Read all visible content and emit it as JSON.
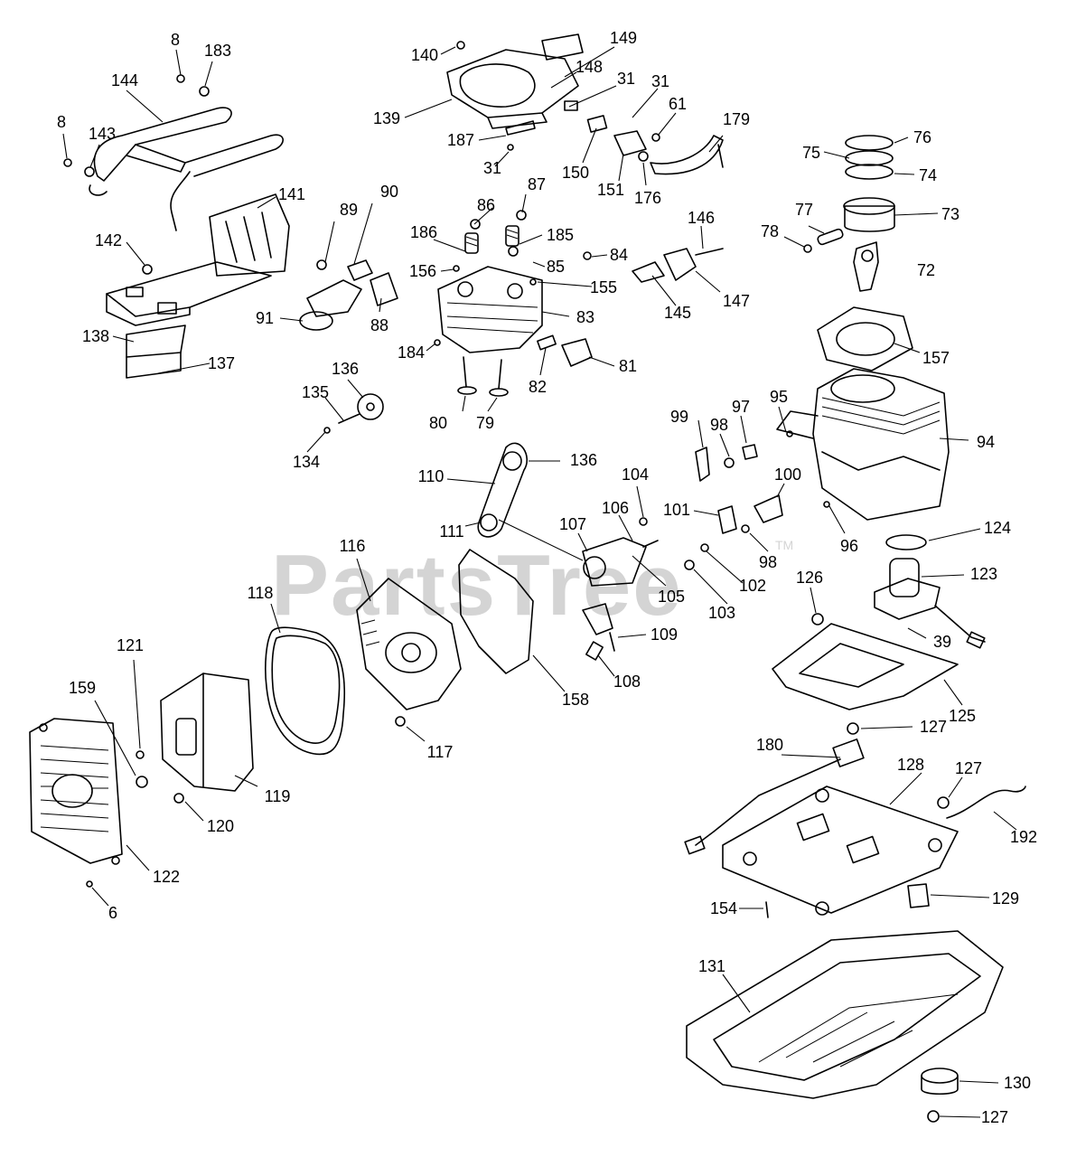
{
  "watermark": {
    "text": "PartsTree",
    "trademark": "TM"
  },
  "callouts": [
    "8",
    "183",
    "144",
    "143",
    "8",
    "141",
    "142",
    "138",
    "137",
    "140",
    "149",
    "148",
    "31",
    "139",
    "31",
    "187",
    "31",
    "150",
    "151",
    "176",
    "61",
    "179",
    "76",
    "75",
    "74",
    "73",
    "77",
    "78",
    "72",
    "157",
    "90",
    "89",
    "91",
    "88",
    "87",
    "86",
    "186",
    "185",
    "84",
    "156",
    "85",
    "155",
    "83",
    "184",
    "82",
    "81",
    "80",
    "79",
    "146",
    "147",
    "145",
    "136",
    "135",
    "134",
    "110",
    "136",
    "111",
    "107",
    "106",
    "104",
    "105",
    "99",
    "98",
    "97",
    "95",
    "94",
    "100",
    "101",
    "98",
    "102",
    "103",
    "96",
    "124",
    "123",
    "126",
    "39",
    "125",
    "127",
    "116",
    "118",
    "121",
    "159",
    "119",
    "120",
    "117",
    "158",
    "109",
    "108",
    "122",
    "6",
    "180",
    "128",
    "127",
    "192",
    "154",
    "129",
    "131",
    "130",
    "127"
  ]
}
